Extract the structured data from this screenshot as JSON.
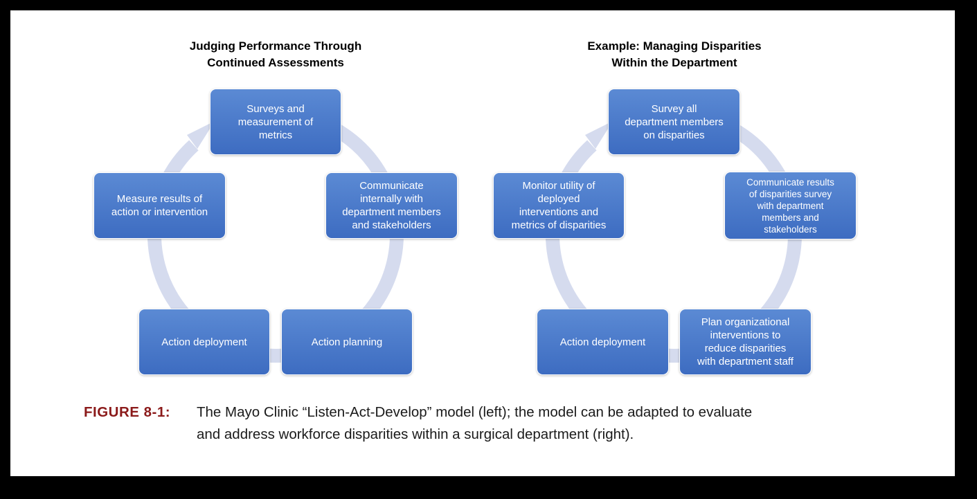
{
  "left_cycle": {
    "title_lines": [
      "Judging Performance Through",
      "Continued Assessments"
    ],
    "steps": [
      {
        "lines": [
          "Surveys and",
          "measurement of",
          "metrics"
        ]
      },
      {
        "lines": [
          "Communicate",
          "internally with",
          "department members",
          "and stakeholders"
        ]
      },
      {
        "lines": [
          "Action planning"
        ]
      },
      {
        "lines": [
          "Action deployment"
        ]
      },
      {
        "lines": [
          "Measure results of",
          "action or intervention"
        ]
      }
    ]
  },
  "right_cycle": {
    "title_lines": [
      "Example:  Managing Disparities",
      "Within the Department"
    ],
    "steps": [
      {
        "lines": [
          "Survey all",
          "department members",
          "on disparities"
        ]
      },
      {
        "lines": [
          "Communicate results",
          "of disparities survey",
          "with department",
          "members and",
          "stakeholders"
        ]
      },
      {
        "lines": [
          "Plan organizational",
          "interventions to",
          "reduce disparities",
          "with department staff"
        ]
      },
      {
        "lines": [
          "Action deployment"
        ]
      },
      {
        "lines": [
          "Monitor utility of",
          "deployed",
          "interventions and",
          "metrics of disparities"
        ]
      }
    ]
  },
  "caption": {
    "label": "FIGURE 8-1:",
    "lines": [
      "The Mayo Clinic “Listen-Act-Develop” model (left); the model can be adapted to evaluate",
      "and address workforce disparities within a surgical department (right)."
    ]
  },
  "colors": {
    "background": "#000000",
    "panel": "#ffffff",
    "box_fill": "#4a7acb",
    "cycle_arrow": "#d5dbee",
    "caption_label": "#8b1a1a"
  }
}
